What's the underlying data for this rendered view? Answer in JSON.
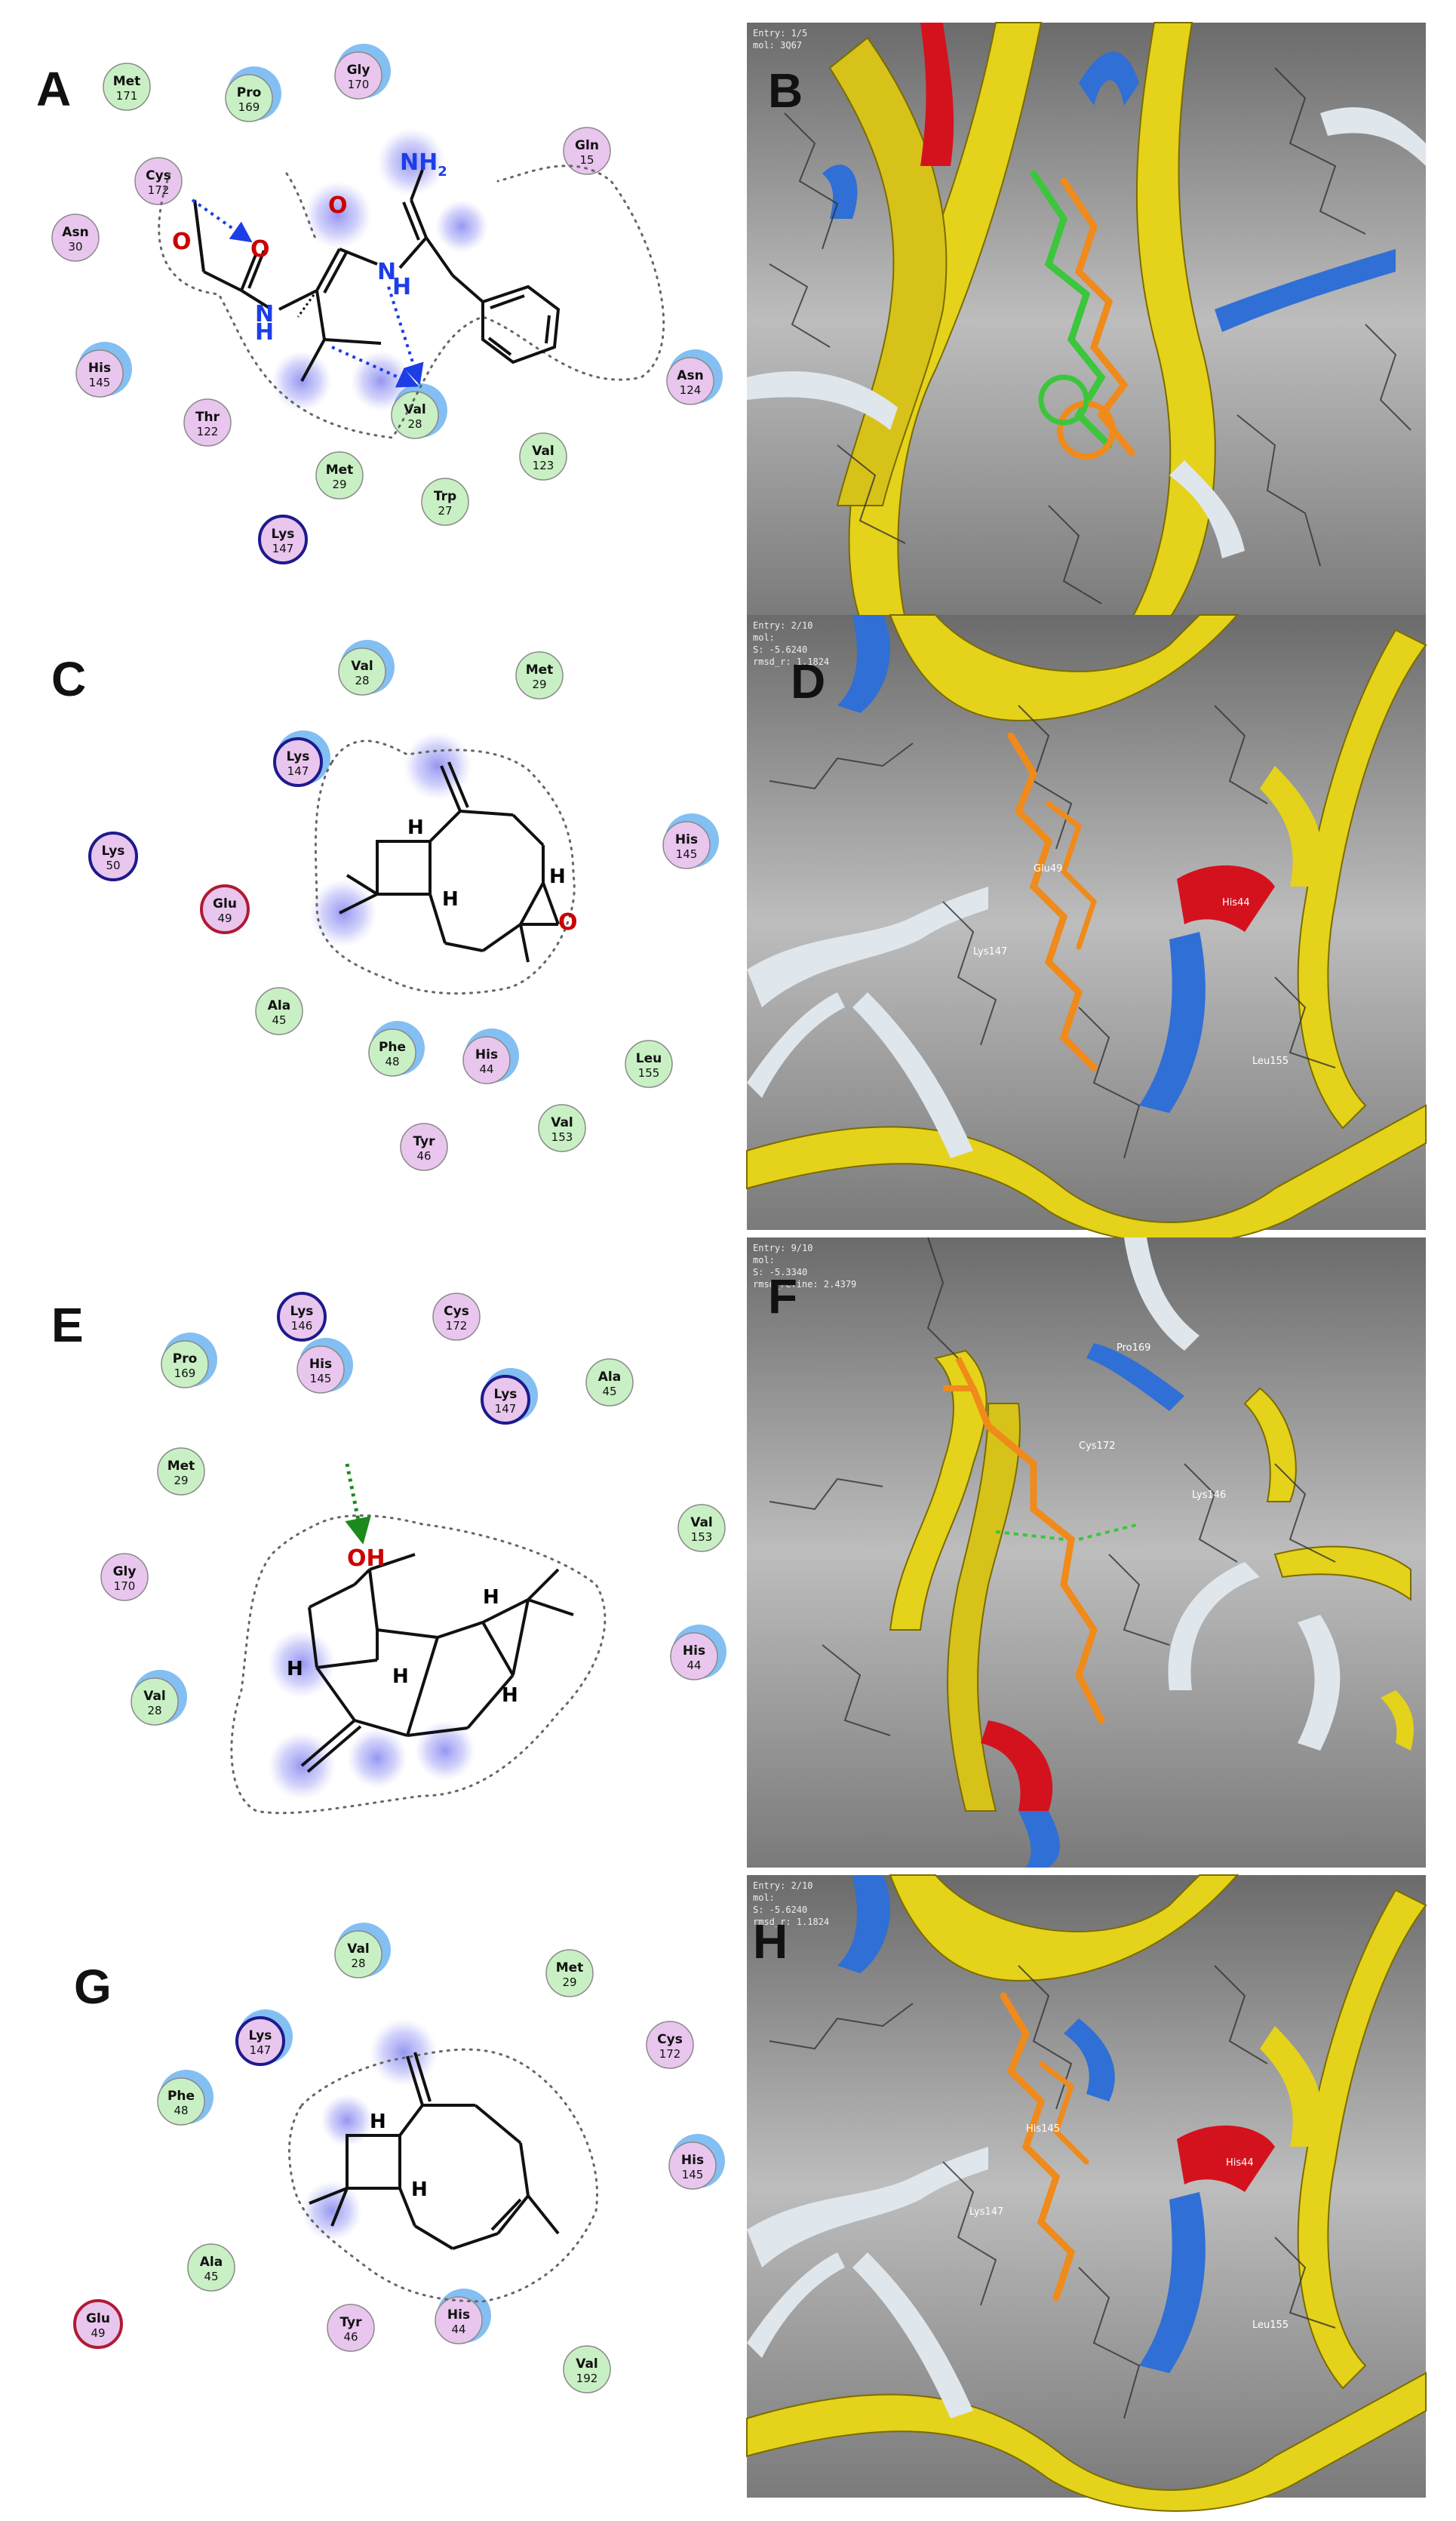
{
  "colors": {
    "green_res": "#c9f0c4",
    "pink_res": "#e9c6ee",
    "ring_dark_blue": "#1d1a8c",
    "ring_red": "#b01a33",
    "solvent_halo": "#5aa9ee",
    "hbond_blue": "#1d3ee6",
    "hbond_green": "#1c8a1c",
    "ribbon_yellow": "#e5d21a",
    "ribbon_blue": "#2f6fd6",
    "ribbon_red": "#d4121d",
    "ribbon_white": "#dfe6ec",
    "ligand_orange": "#f08a1a",
    "ligand_green": "#3cc63c"
  },
  "panels": {
    "A": {
      "label": "A",
      "residues": [
        {
          "name": "Met",
          "num": "171",
          "color": "green"
        },
        {
          "name": "Pro",
          "num": "169",
          "color": "green"
        },
        {
          "name": "Gly",
          "num": "170",
          "color": "pink"
        },
        {
          "name": "Gln",
          "num": "15",
          "color": "pink"
        },
        {
          "name": "Cys",
          "num": "172",
          "color": "pink"
        },
        {
          "name": "Asn",
          "num": "30",
          "color": "pink"
        },
        {
          "name": "His",
          "num": "145",
          "color": "pink"
        },
        {
          "name": "Thr",
          "num": "122",
          "color": "pink"
        },
        {
          "name": "Val",
          "num": "28",
          "color": "green"
        },
        {
          "name": "Asn",
          "num": "124",
          "color": "pink"
        },
        {
          "name": "Met",
          "num": "29",
          "color": "green"
        },
        {
          "name": "Trp",
          "num": "27",
          "color": "green"
        },
        {
          "name": "Val",
          "num": "123",
          "color": "green"
        },
        {
          "name": "Lys",
          "num": "147",
          "color": "pink"
        }
      ],
      "atoms": {
        "nh2": "NH",
        "nh2_sub": "2",
        "o1": "O",
        "o2": "O",
        "o3": "O",
        "n1": "N",
        "h1": "H",
        "n2": "N",
        "h2": "H"
      }
    },
    "B": {
      "label": "B",
      "info_lines": [
        "Entry: 1/5",
        "mol: 3Q67"
      ]
    },
    "C": {
      "label": "C",
      "residues": [
        {
          "name": "Val",
          "num": "28",
          "color": "green"
        },
        {
          "name": "Met",
          "num": "29",
          "color": "green"
        },
        {
          "name": "Lys",
          "num": "147",
          "color": "pink"
        },
        {
          "name": "His",
          "num": "145",
          "color": "pink"
        },
        {
          "name": "Lys",
          "num": "50",
          "color": "pink"
        },
        {
          "name": "Glu",
          "num": "49",
          "color": "pink"
        },
        {
          "name": "Ala",
          "num": "45",
          "color": "green"
        },
        {
          "name": "Phe",
          "num": "48",
          "color": "green"
        },
        {
          "name": "His",
          "num": "44",
          "color": "pink"
        },
        {
          "name": "Leu",
          "num": "155",
          "color": "green"
        },
        {
          "name": "Tyr",
          "num": "46",
          "color": "pink"
        },
        {
          "name": "Val",
          "num": "153",
          "color": "green"
        }
      ],
      "atoms": {
        "o": "O",
        "h1": "H",
        "h2": "H",
        "h3": "H"
      }
    },
    "D": {
      "label": "D",
      "info_lines": [
        "Entry: 2/10",
        "mol:",
        "S: -5.6240",
        "rmsd_r: 1.1824"
      ],
      "res_labels": [
        "Lys147",
        "His44",
        "Leu155",
        "Glu49"
      ]
    },
    "E": {
      "label": "E",
      "residues": [
        {
          "name": "Lys",
          "num": "146",
          "color": "pink"
        },
        {
          "name": "Cys",
          "num": "172",
          "color": "pink"
        },
        {
          "name": "Pro",
          "num": "169",
          "color": "green"
        },
        {
          "name": "His",
          "num": "145",
          "color": "pink"
        },
        {
          "name": "Ala",
          "num": "45",
          "color": "green"
        },
        {
          "name": "Lys",
          "num": "147",
          "color": "pink"
        },
        {
          "name": "Met",
          "num": "29",
          "color": "green"
        },
        {
          "name": "Val",
          "num": "153",
          "color": "green"
        },
        {
          "name": "Gly",
          "num": "170",
          "color": "pink"
        },
        {
          "name": "His",
          "num": "44",
          "color": "pink"
        },
        {
          "name": "Val",
          "num": "28",
          "color": "green"
        }
      ],
      "atoms": {
        "oh": "OH",
        "h1": "H",
        "h2": "H",
        "h3": "H",
        "h4": "H"
      }
    },
    "F": {
      "label": "F",
      "info_lines": [
        "Entry: 9/10",
        "mol:",
        "S: -5.3340",
        "rmsd_refine: 2.4379"
      ],
      "res_labels": [
        "Pro169",
        "Lys146",
        "Cys172"
      ]
    },
    "G": {
      "label": "G",
      "residues": [
        {
          "name": "Val",
          "num": "28",
          "color": "green"
        },
        {
          "name": "Met",
          "num": "29",
          "color": "green"
        },
        {
          "name": "Lys",
          "num": "147",
          "color": "pink"
        },
        {
          "name": "Cys",
          "num": "172",
          "color": "pink"
        },
        {
          "name": "Phe",
          "num": "48",
          "color": "green"
        },
        {
          "name": "His",
          "num": "145",
          "color": "pink"
        },
        {
          "name": "Ala",
          "num": "45",
          "color": "green"
        },
        {
          "name": "Glu",
          "num": "49",
          "color": "pink"
        },
        {
          "name": "Tyr",
          "num": "46",
          "color": "pink"
        },
        {
          "name": "His",
          "num": "44",
          "color": "pink"
        },
        {
          "name": "Val",
          "num": "192",
          "color": "green"
        }
      ],
      "atoms": {
        "h1": "H",
        "h2": "H"
      }
    },
    "H": {
      "label": "H",
      "info_lines": [
        "Entry: 2/10",
        "mol:",
        "S: -5.6240",
        "rmsd_r: 1.1824"
      ],
      "res_labels": [
        "Lys147",
        "His44",
        "Leu155",
        "His145"
      ]
    }
  }
}
